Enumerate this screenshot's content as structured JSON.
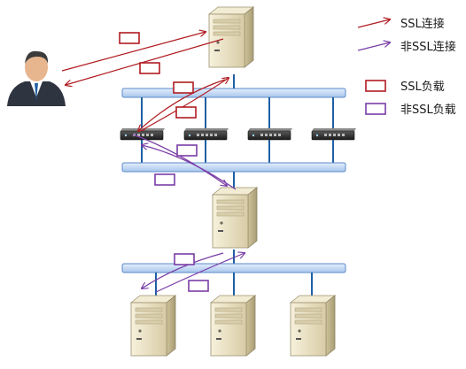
{
  "legend": {
    "ssl_connection": "SSL连接",
    "non_ssl_connection": "非SSL连接",
    "ssl_load": "SSL负载",
    "non_ssl_load": "非SSL负载"
  },
  "colors": {
    "ssl": "#b01c22",
    "non_ssl": "#7a3da6",
    "bus_fill": "#c9dcf5",
    "bus_stroke": "#5b8ac8",
    "link": "#1f5fa5",
    "server_body": "#efe6c9",
    "switch_body": "#2b2b2b"
  },
  "icons": {
    "user": "user-icon",
    "server": "server-icon",
    "switch": "switch-icon"
  }
}
